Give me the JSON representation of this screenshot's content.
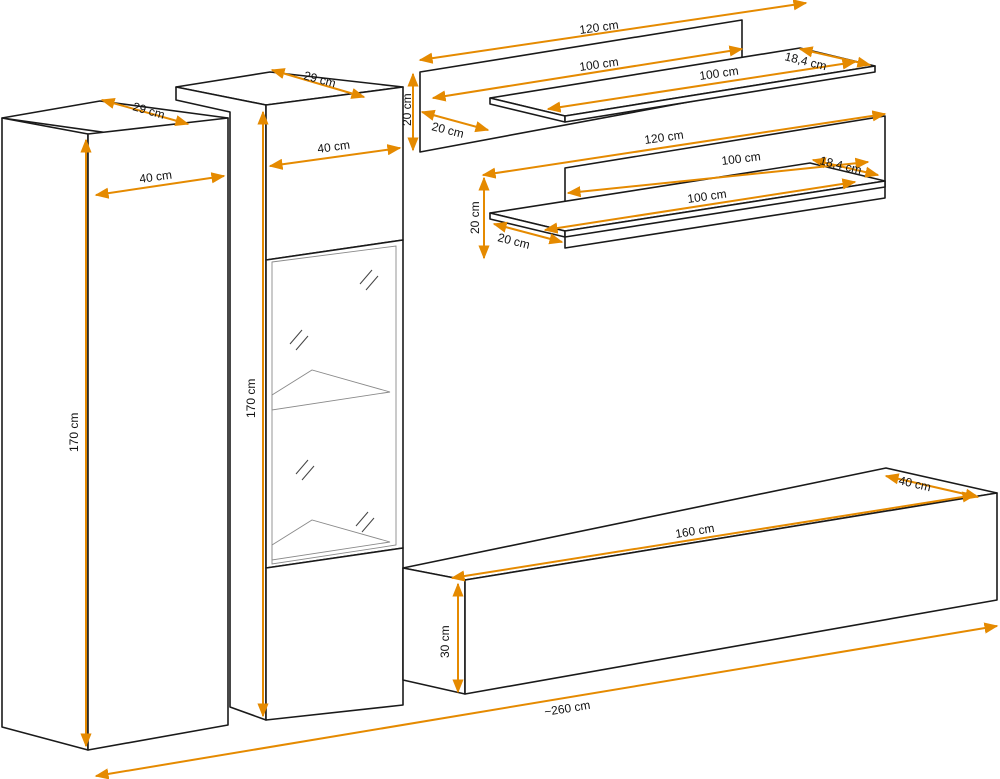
{
  "dimensions": {
    "tall_cabinet": {
      "depth": "29 cm",
      "width": "40 cm",
      "height": "170 cm"
    },
    "vitrine": {
      "depth": "29 cm",
      "width": "40 cm",
      "height": "170 cm"
    },
    "shelf_top": {
      "back_width": "120 cm",
      "shelf_width": "100 cm",
      "shelf_width_front": "100 cm",
      "shelf_depth": "18,4 cm",
      "back_height": "20 cm",
      "depth": "20 cm"
    },
    "shelf_bottom": {
      "back_width": "120 cm",
      "shelf_width": "100 cm",
      "shelf_width_front": "100 cm",
      "shelf_depth": "18,4 cm",
      "back_height": "20 cm",
      "depth": "20 cm"
    },
    "tv_unit": {
      "depth": "40 cm",
      "width": "160 cm",
      "height": "30 cm"
    },
    "total_width": "~260 cm"
  },
  "colors": {
    "dimension": "#e58a00",
    "outline": "#1a1a1a",
    "background": "#ffffff"
  }
}
